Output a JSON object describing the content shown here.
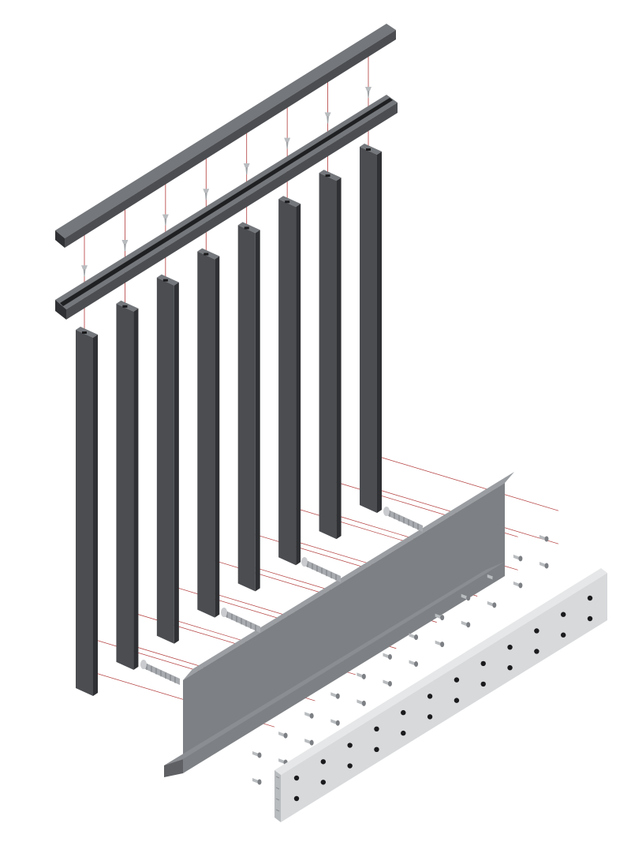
{
  "figure": {
    "kind": "exploded-assembly",
    "subject": "balustrade-panel",
    "view": "isometric",
    "background_color": "#ffffff",
    "colors": {
      "metal_dark": "#4b4d51",
      "metal_dark_side": "#2f3033",
      "metal_dark_top": "#74777b",
      "channel_face": "#6b6d70",
      "channel_top": "#8d9094",
      "base_plate": "#d7d9db",
      "base_plate_edge": "#b8bbbe",
      "hole": "#1b1b1d",
      "guide_line": "#b23a3a",
      "fastener": "#b9bcbf"
    }
  },
  "components": {
    "top_rail": "cap-rail",
    "sub_rail": "channel-rail",
    "pickets": [
      "picket-1",
      "picket-2",
      "picket-3",
      "picket-4",
      "picket-5",
      "picket-6",
      "picket-7",
      "picket-8"
    ],
    "base_channel": "u-channel",
    "base_plate": "perforated-plate",
    "anchor_bolts": [
      "anchor-bolt-1",
      "anchor-bolt-2",
      "anchor-bolt-3",
      "anchor-bolt-4"
    ],
    "top_screws_count": 8,
    "base_screws_count": 24
  }
}
